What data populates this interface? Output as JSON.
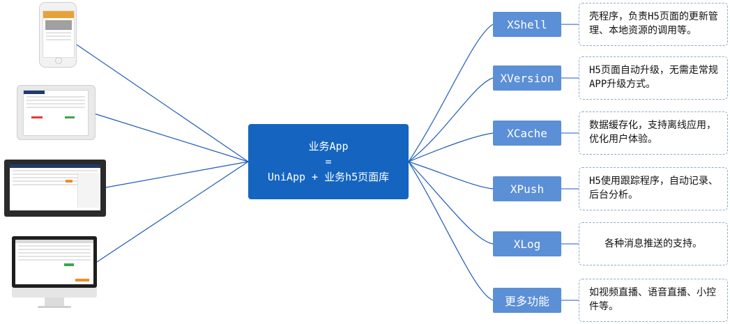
{
  "center": {
    "line1": "业务App",
    "line2": "=",
    "line3": "UniApp + 业务h5页面库"
  },
  "nodes": [
    {
      "label": "XShell",
      "desc": "壳程序，负责H5页面的更新管理、本地资源的调用等。"
    },
    {
      "label": "XVersion",
      "desc": "H5页面自动升级，无需走常规APP升级方式。"
    },
    {
      "label": "XCache",
      "desc": "数据缓存化，支持离线应用，优化用户体验。"
    },
    {
      "label": "XPush",
      "desc": "H5使用跟踪程序，自动记录、后台分析。"
    },
    {
      "label": "XLog",
      "desc": "各种消息推送的支持。"
    },
    {
      "label": "更多功能",
      "desc": "如视频直播、语音直播、小控件等。"
    }
  ],
  "devices": [
    "phone-icon",
    "tablet-icon",
    "laptop-icon",
    "desktop-icon"
  ],
  "colors": {
    "center": "#1565c0",
    "node": "#5b8fd6",
    "line": "#1e5bb8",
    "desc_border": "#8ca8cf"
  }
}
